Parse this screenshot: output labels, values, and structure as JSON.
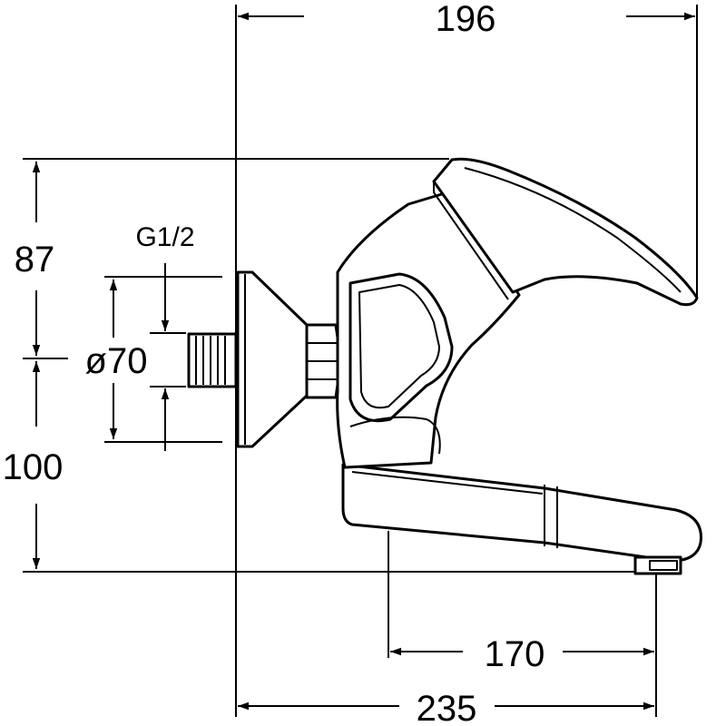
{
  "dimensions": {
    "top_width": "196",
    "upper_height": "87",
    "lower_height": "100",
    "thread": "G1/2",
    "rosette_diameter": "ø70",
    "spout_reach": "170",
    "total_width": "235"
  },
  "colors": {
    "line": "#000000",
    "background": "#ffffff"
  }
}
